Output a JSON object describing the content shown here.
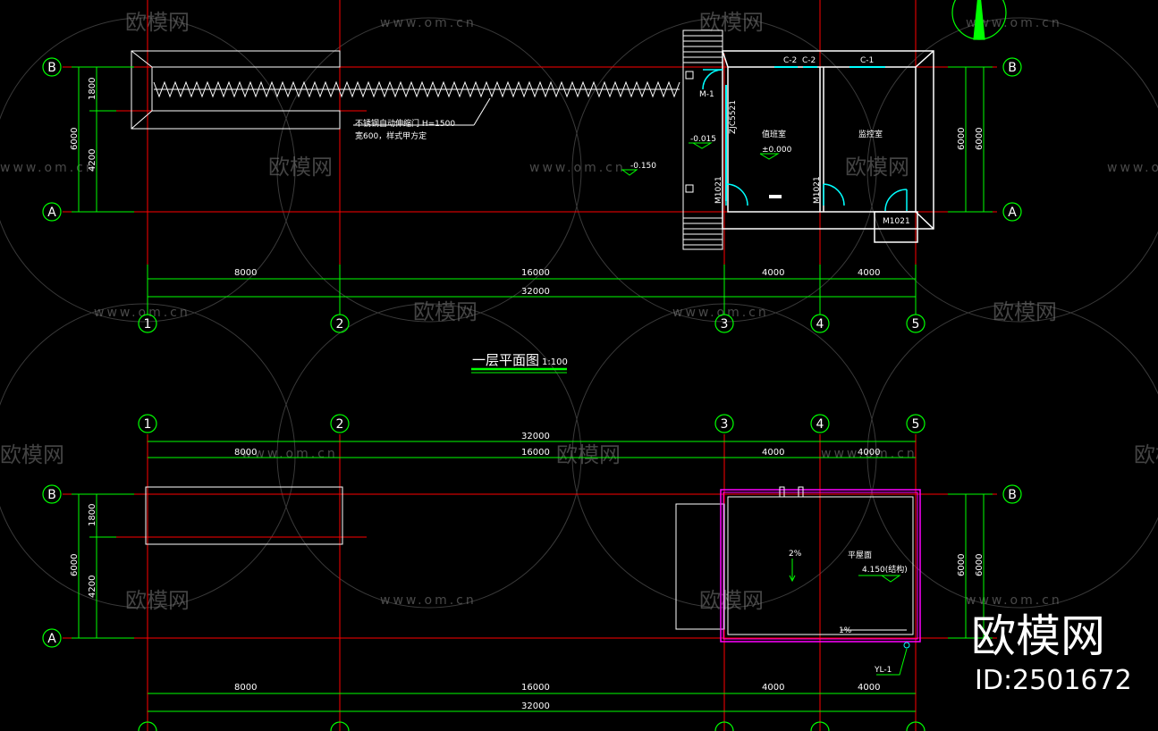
{
  "watermark": {
    "brand": "欧模网",
    "url": "www.om.cn"
  },
  "corner_badge": {
    "brand": "欧模网",
    "id": "ID:2501672"
  },
  "plan1": {
    "title": "一层平面图",
    "scale": "1:100",
    "axes_v": [
      "1",
      "2",
      "3",
      "4",
      "5"
    ],
    "axes_h": [
      "B",
      "A"
    ],
    "dims_bottom": [
      "8000",
      "16000",
      "4000",
      "4000"
    ],
    "dim_total": "32000",
    "dims_left": [
      "1800",
      "4200"
    ],
    "dim_left_total": "6000",
    "dims_right": [
      "6000",
      "6000"
    ],
    "gate_note_1": "不锈钢自动伸缩门 H=1500",
    "gate_note_2": "宽600，样式甲方定",
    "room_duty": "值班室",
    "room_monitor": "监控室",
    "elev_room": "±0.000",
    "elev_outside": "-0.015",
    "elev_road": "-0.150",
    "door_m1": "M-1",
    "door_m1021_a": "M1021",
    "door_m1021_b": "M1021",
    "door_m1021_c": "M1021",
    "window_c2a": "C-2",
    "window_c2b": "C-2",
    "window_c1": "C-1",
    "window_side": "ZJC5521"
  },
  "plan2": {
    "axes_v": [
      "1",
      "2",
      "3",
      "4",
      "5"
    ],
    "axes_h": [
      "B",
      "A"
    ],
    "dim_total": "32000",
    "dims_top": [
      "8000",
      "16000",
      "4000",
      "4000"
    ],
    "dims_bottom": [
      "8000",
      "16000",
      "4000",
      "4000"
    ],
    "dim_total_bottom": "32000",
    "dims_left": [
      "1800",
      "4200"
    ],
    "dim_left_total": "6000",
    "dims_right": [
      "6000",
      "6000"
    ],
    "roof_label": "平屋面",
    "roof_elev": "4.150(结构)",
    "slope_main": "2%",
    "slope_gutter": "1%",
    "downpipe": "YL-1"
  },
  "colors": {
    "background": "#000000",
    "axis_line": "#ff0000",
    "dim_line": "#00ff00",
    "wall": "#ffffff",
    "window": "#00ffff",
    "parapet": "#ff00ff"
  }
}
